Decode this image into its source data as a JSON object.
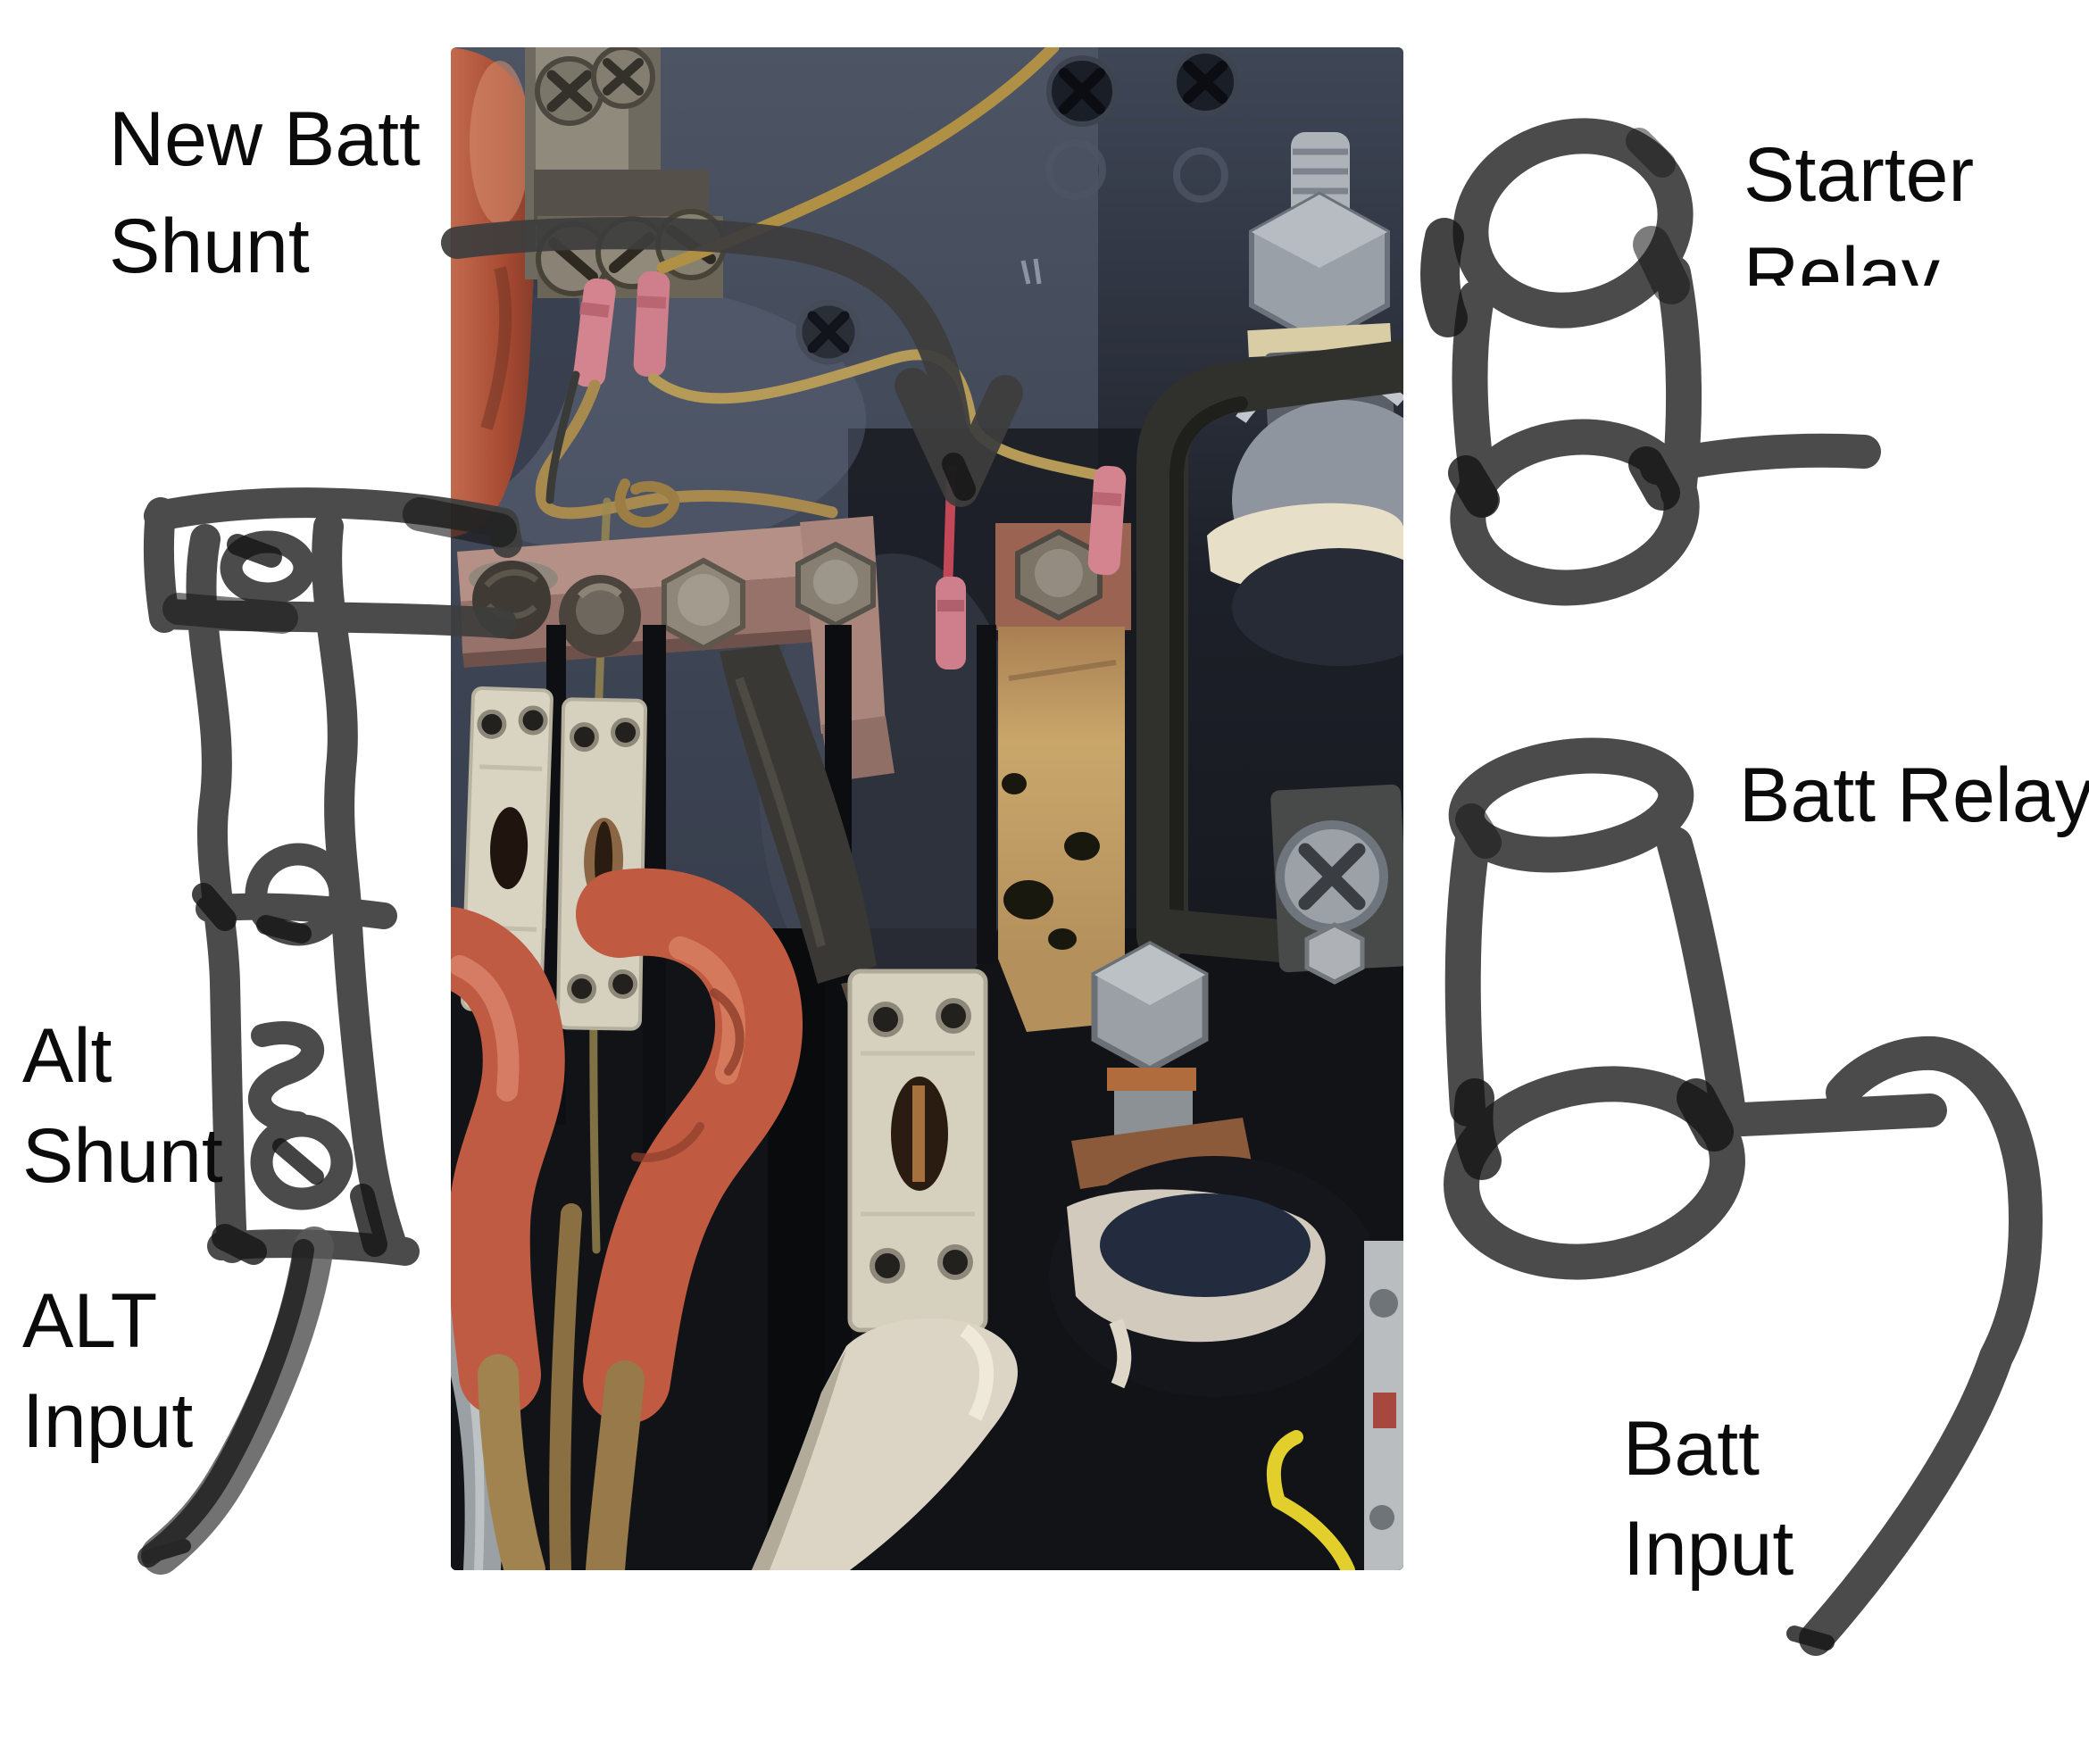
{
  "annotations": {
    "new_batt_shunt": {
      "line1": "New Batt",
      "line2": "Shunt"
    },
    "starter_relay": {
      "line1": "Starter",
      "line2": "Relay"
    },
    "batt_relay": {
      "label": "Batt Relay"
    },
    "alt_shunt": {
      "line1": "Alt",
      "line2": "Shunt"
    },
    "alt_input": {
      "line1": "ALT",
      "line2": "Input"
    },
    "batt_input": {
      "line1": "Batt",
      "line2": "Input"
    },
    "marker_color": "#3e3e3e",
    "ink_dark_color": "#151515",
    "text_color": "#0b0b0b"
  },
  "photo": {
    "palette": {
      "panel_slate": "#434b5b",
      "panel_dark": "#14161c",
      "hose_orange": "#b35138",
      "bus_bar_copper": "#ab867d",
      "shunt_plate_cream": "#d6d0bf",
      "old_shunt_tan": "#c2a065",
      "cable_boot_orange": "#bf5b42",
      "cable_boot_white": "#dcd5c5",
      "crimp_pink": "#d4848f",
      "wire_tan": "#b09045",
      "wire_yellow": "#e3cf2c",
      "hardware_silver": "#9aa0a8"
    }
  }
}
